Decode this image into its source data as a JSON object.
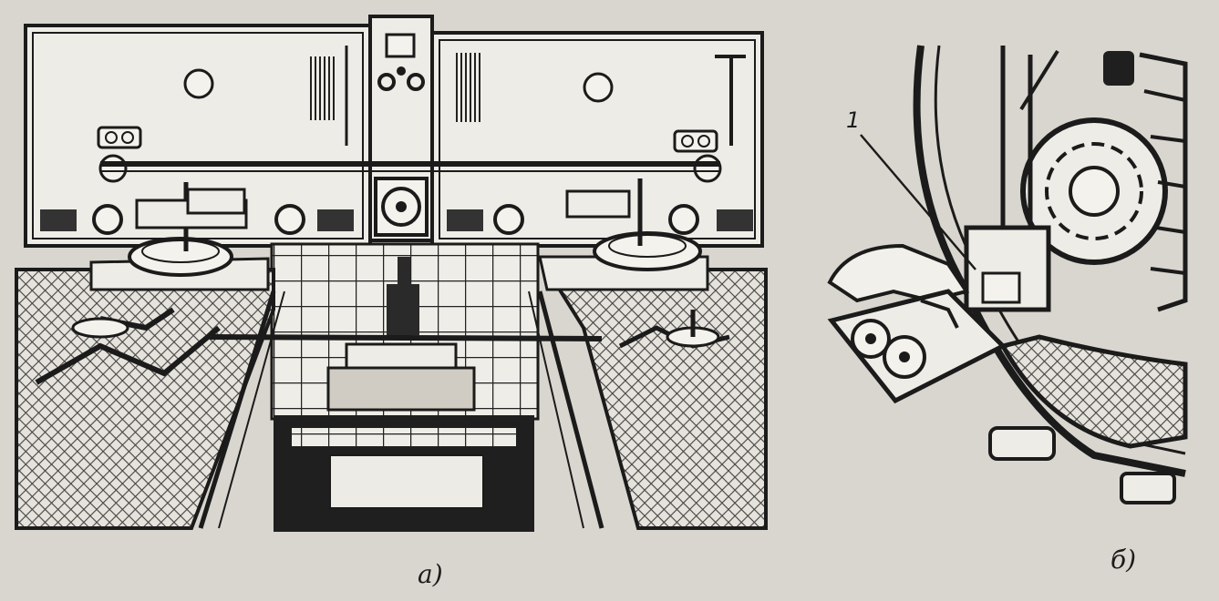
{
  "panels": [
    {
      "id": "a",
      "caption": "а)"
    },
    {
      "id": "b",
      "caption": "б)"
    }
  ],
  "callouts": [
    {
      "panel": "b",
      "label": "1"
    }
  ],
  "colors": {
    "paper": "#d9d6cf",
    "ink": "#1b1b1b",
    "panel_fill": "#eeece6",
    "hatch": "#6b6b6b"
  }
}
